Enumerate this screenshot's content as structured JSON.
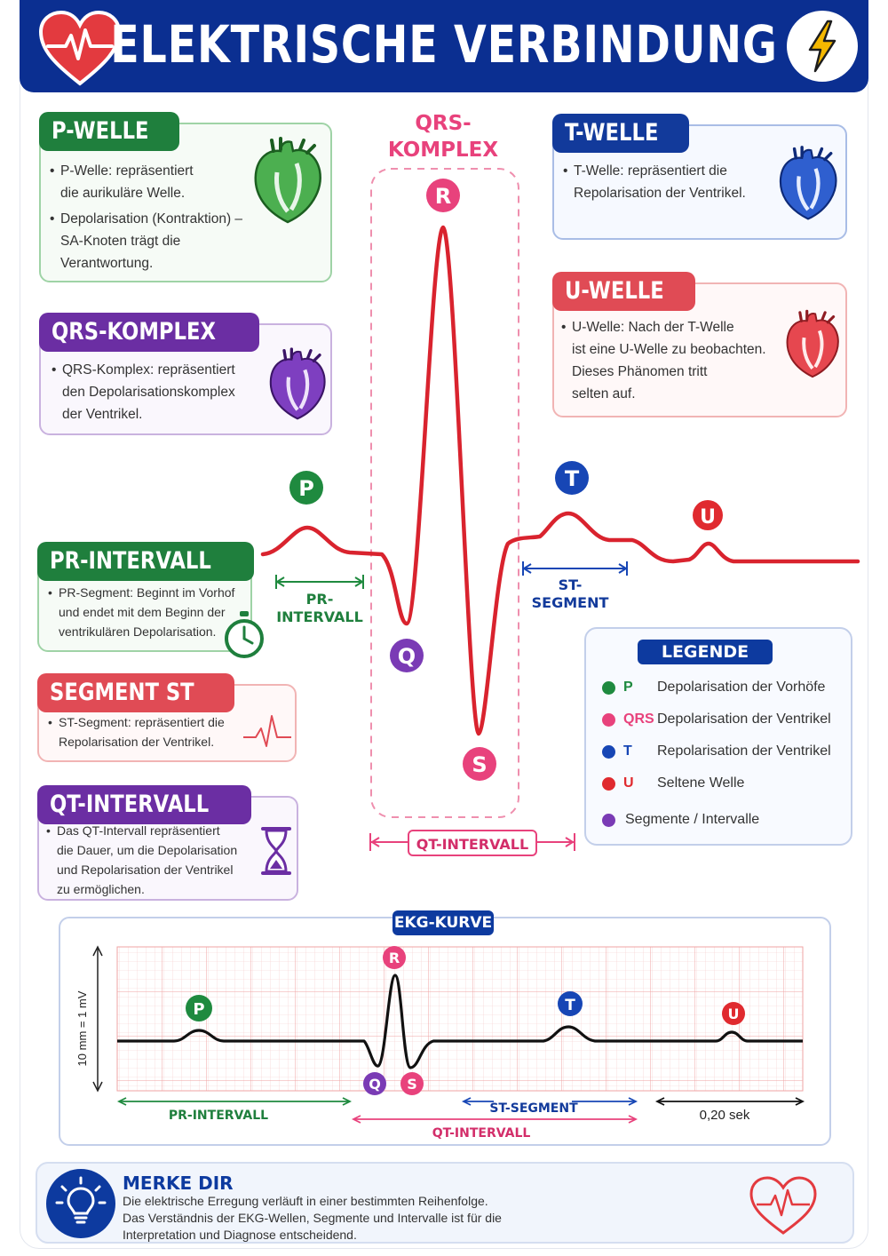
{
  "header": {
    "title": "ELEKTRISCHE VERBINDUNG"
  },
  "cards": {
    "p_welle": {
      "tag": "P-WELLE",
      "bullets": [
        "P-Welle: repräsentiert",
        "die aurikuläre Welle.",
        "Depolarisation (Kontraktion) –",
        "SA-Knoten trägt die",
        "Verantwortung."
      ]
    },
    "qrs_komplex": {
      "tag": "QRS-KOMPLEX",
      "bullets": [
        "QRS-Komplex: repräsentiert",
        "den Depolarisationskomplex",
        "der Ventrikel."
      ]
    },
    "t_welle": {
      "tag": "T-WELLE",
      "bullets": [
        "T-Welle: repräsentiert die",
        "Repolarisation der Ventrikel."
      ]
    },
    "u_welle": {
      "tag": "U-WELLE",
      "bullets": [
        "U-Welle: Nach der T-Welle",
        "ist eine U-Welle zu beobachten.",
        "Dieses Phänomen tritt",
        "selten auf."
      ]
    },
    "pr_intervall": {
      "tag": "PR-INTERVALL",
      "bullets": [
        "PR-Segment: Beginnt im Vorhof",
        "und endet mit dem Beginn der",
        "ventrikulären Depolarisation."
      ]
    },
    "segment_st": {
      "tag": "SEGMENT ST",
      "bullets": [
        "ST-Segment: repräsentiert die",
        "Repolarisation der Ventrikel."
      ]
    },
    "qt_intervall": {
      "tag": "QT-INTERVALL",
      "bullets": [
        "Das QT-Intervall repräsentiert",
        "die Dauer, um die Depolarisation",
        "und Repolarisation der Ventrikel",
        "zu ermöglichen."
      ]
    }
  },
  "diagram": {
    "qrs_label_1": "QRS-",
    "qrs_label_2": "KOMPLEX",
    "wave_letters": {
      "p": "P",
      "q": "Q",
      "r": "R",
      "s": "S",
      "t": "T",
      "u": "U"
    },
    "pr_label_1": "PR-",
    "pr_label_2": "INTERVALL",
    "st_label_1": "ST-",
    "st_label_2": "SEGMENT",
    "qt_label": "QT-INTERVALL"
  },
  "legend": {
    "title": "LEGENDE",
    "rows": [
      {
        "key": "P",
        "desc": "Depolarisation der Vorhöfe",
        "color": "#1f8a3f"
      },
      {
        "key": "QRS",
        "desc": "Depolarisation der Ventrikel",
        "color": "#e8427c"
      },
      {
        "key": "T",
        "desc": "Repolarisation der Ventrikel",
        "color": "#1746b5"
      },
      {
        "key": "U",
        "desc": "Seltene Welle",
        "color": "#e02a2f"
      },
      {
        "key": "",
        "desc": "Segmente / Intervalle",
        "color": "#7a3bb5"
      }
    ]
  },
  "ekg": {
    "title": "EKG-KURVE",
    "y_axis_label": "10 mm = 1 mV",
    "letters": {
      "p": "P",
      "r": "R",
      "q": "Q",
      "s": "S",
      "t": "T",
      "u": "U"
    },
    "pr_label": "PR-INTERVALL",
    "st_label": "ST-SEGMENT",
    "qt_label": "QT-INTERVALL",
    "time_label": "0,20 sek"
  },
  "merke": {
    "title": "MERKE DIR",
    "line1": "Die elektrische Erregung verläuft in einer bestimmten Reihenfolge.",
    "line2": "Das Verständnis der EKG-Wellen, Segmente und Intervalle ist für die",
    "line3": "Interpretation und Diagnose entscheidend."
  },
  "colors": {
    "navy": "#0b2f91",
    "green": "#1f7f3d",
    "purple": "#6b2ea3",
    "blue": "#123a9b",
    "red": "#e04b55",
    "trace_red": "#d9232e",
    "qrs_pink": "#e8427c"
  }
}
